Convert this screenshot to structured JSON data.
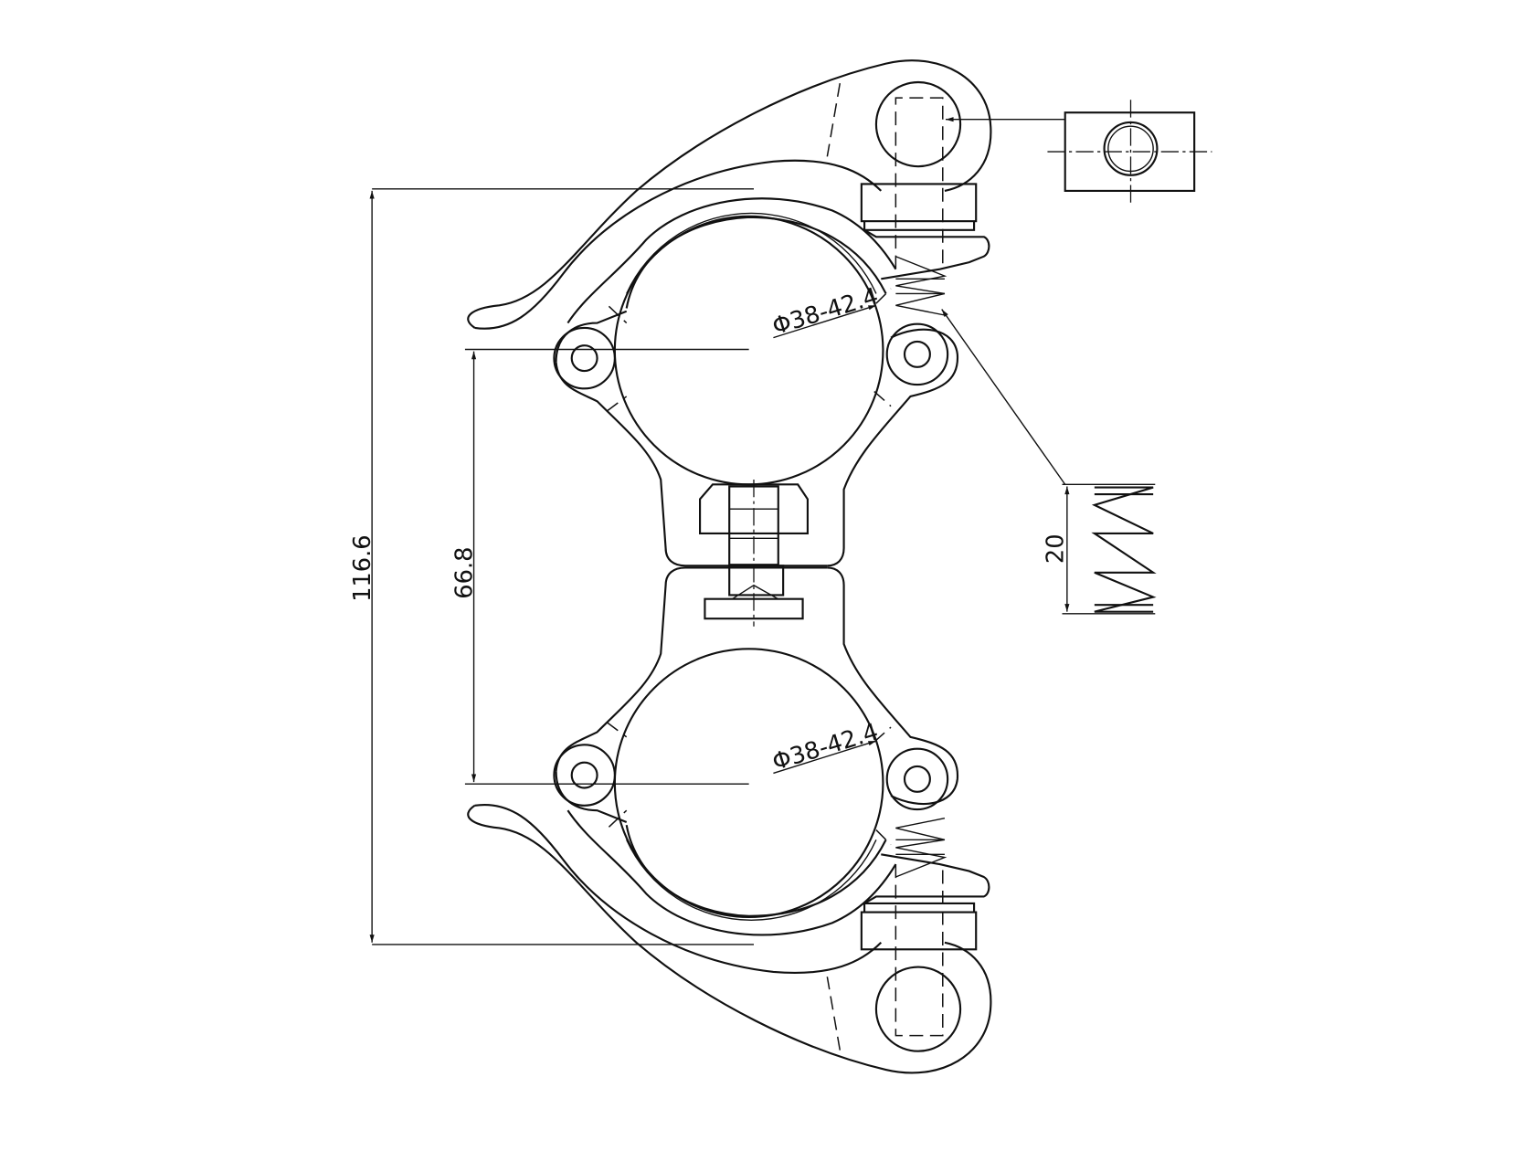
{
  "drawing": {
    "line_color": "#111111",
    "background": "#ffffff",
    "dimensions": {
      "overall_height": "116.6",
      "tube_center_distance": "66.8",
      "tube_diameter_upper": "Φ38-42.4",
      "tube_diameter_lower": "Φ38-42.4",
      "spring_length": "20"
    }
  }
}
